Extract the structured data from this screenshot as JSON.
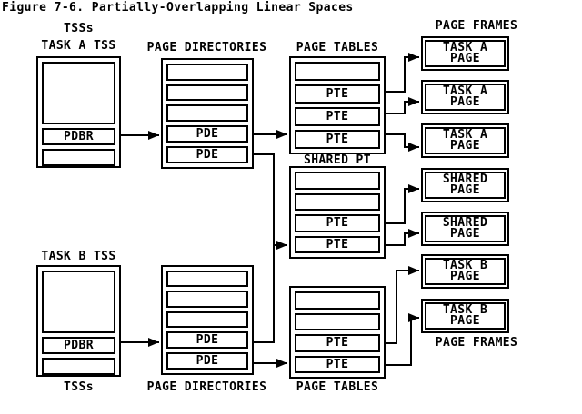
{
  "title": "Figure 7-6. Partially-Overlapping Linear Spaces",
  "colors": {
    "ink": "#000000",
    "paper": "#ffffff"
  },
  "labels": {
    "tsss_top": "TSSs",
    "tsss_bottom": "TSSs",
    "task_a_tss": "TASK A TSS",
    "task_b_tss": "TASK B TSS",
    "page_directories_top": "PAGE DIRECTORIES",
    "page_directories_bottom": "PAGE DIRECTORIES",
    "page_tables_top": "PAGE TABLES",
    "page_tables_bottom": "PAGE TABLES",
    "page_frames_top": "PAGE FRAMES",
    "page_frames_bottom": "PAGE FRAMES",
    "shared_pt": "SHARED PT"
  },
  "tss_a": {
    "pdbr": "PDBR"
  },
  "tss_b": {
    "pdbr": "PDBR"
  },
  "dir_a": {
    "pde1": "PDE",
    "pde2": "PDE"
  },
  "dir_b": {
    "pde1": "PDE",
    "pde2": "PDE"
  },
  "pt_a": {
    "pte1": "PTE",
    "pte2": "PTE",
    "pte3": "PTE"
  },
  "pt_shared": {
    "pte1": "PTE",
    "pte2": "PTE"
  },
  "pt_b": {
    "pte1": "PTE",
    "pte2": "PTE"
  },
  "frames": [
    {
      "line1": "TASK A",
      "line2": "PAGE"
    },
    {
      "line1": "TASK A",
      "line2": "PAGE"
    },
    {
      "line1": "TASK A",
      "line2": "PAGE"
    },
    {
      "line1": "SHARED",
      "line2": "PAGE"
    },
    {
      "line1": "SHARED",
      "line2": "PAGE"
    },
    {
      "line1": "TASK B",
      "line2": "PAGE"
    },
    {
      "line1": "TASK B",
      "line2": "PAGE"
    }
  ]
}
